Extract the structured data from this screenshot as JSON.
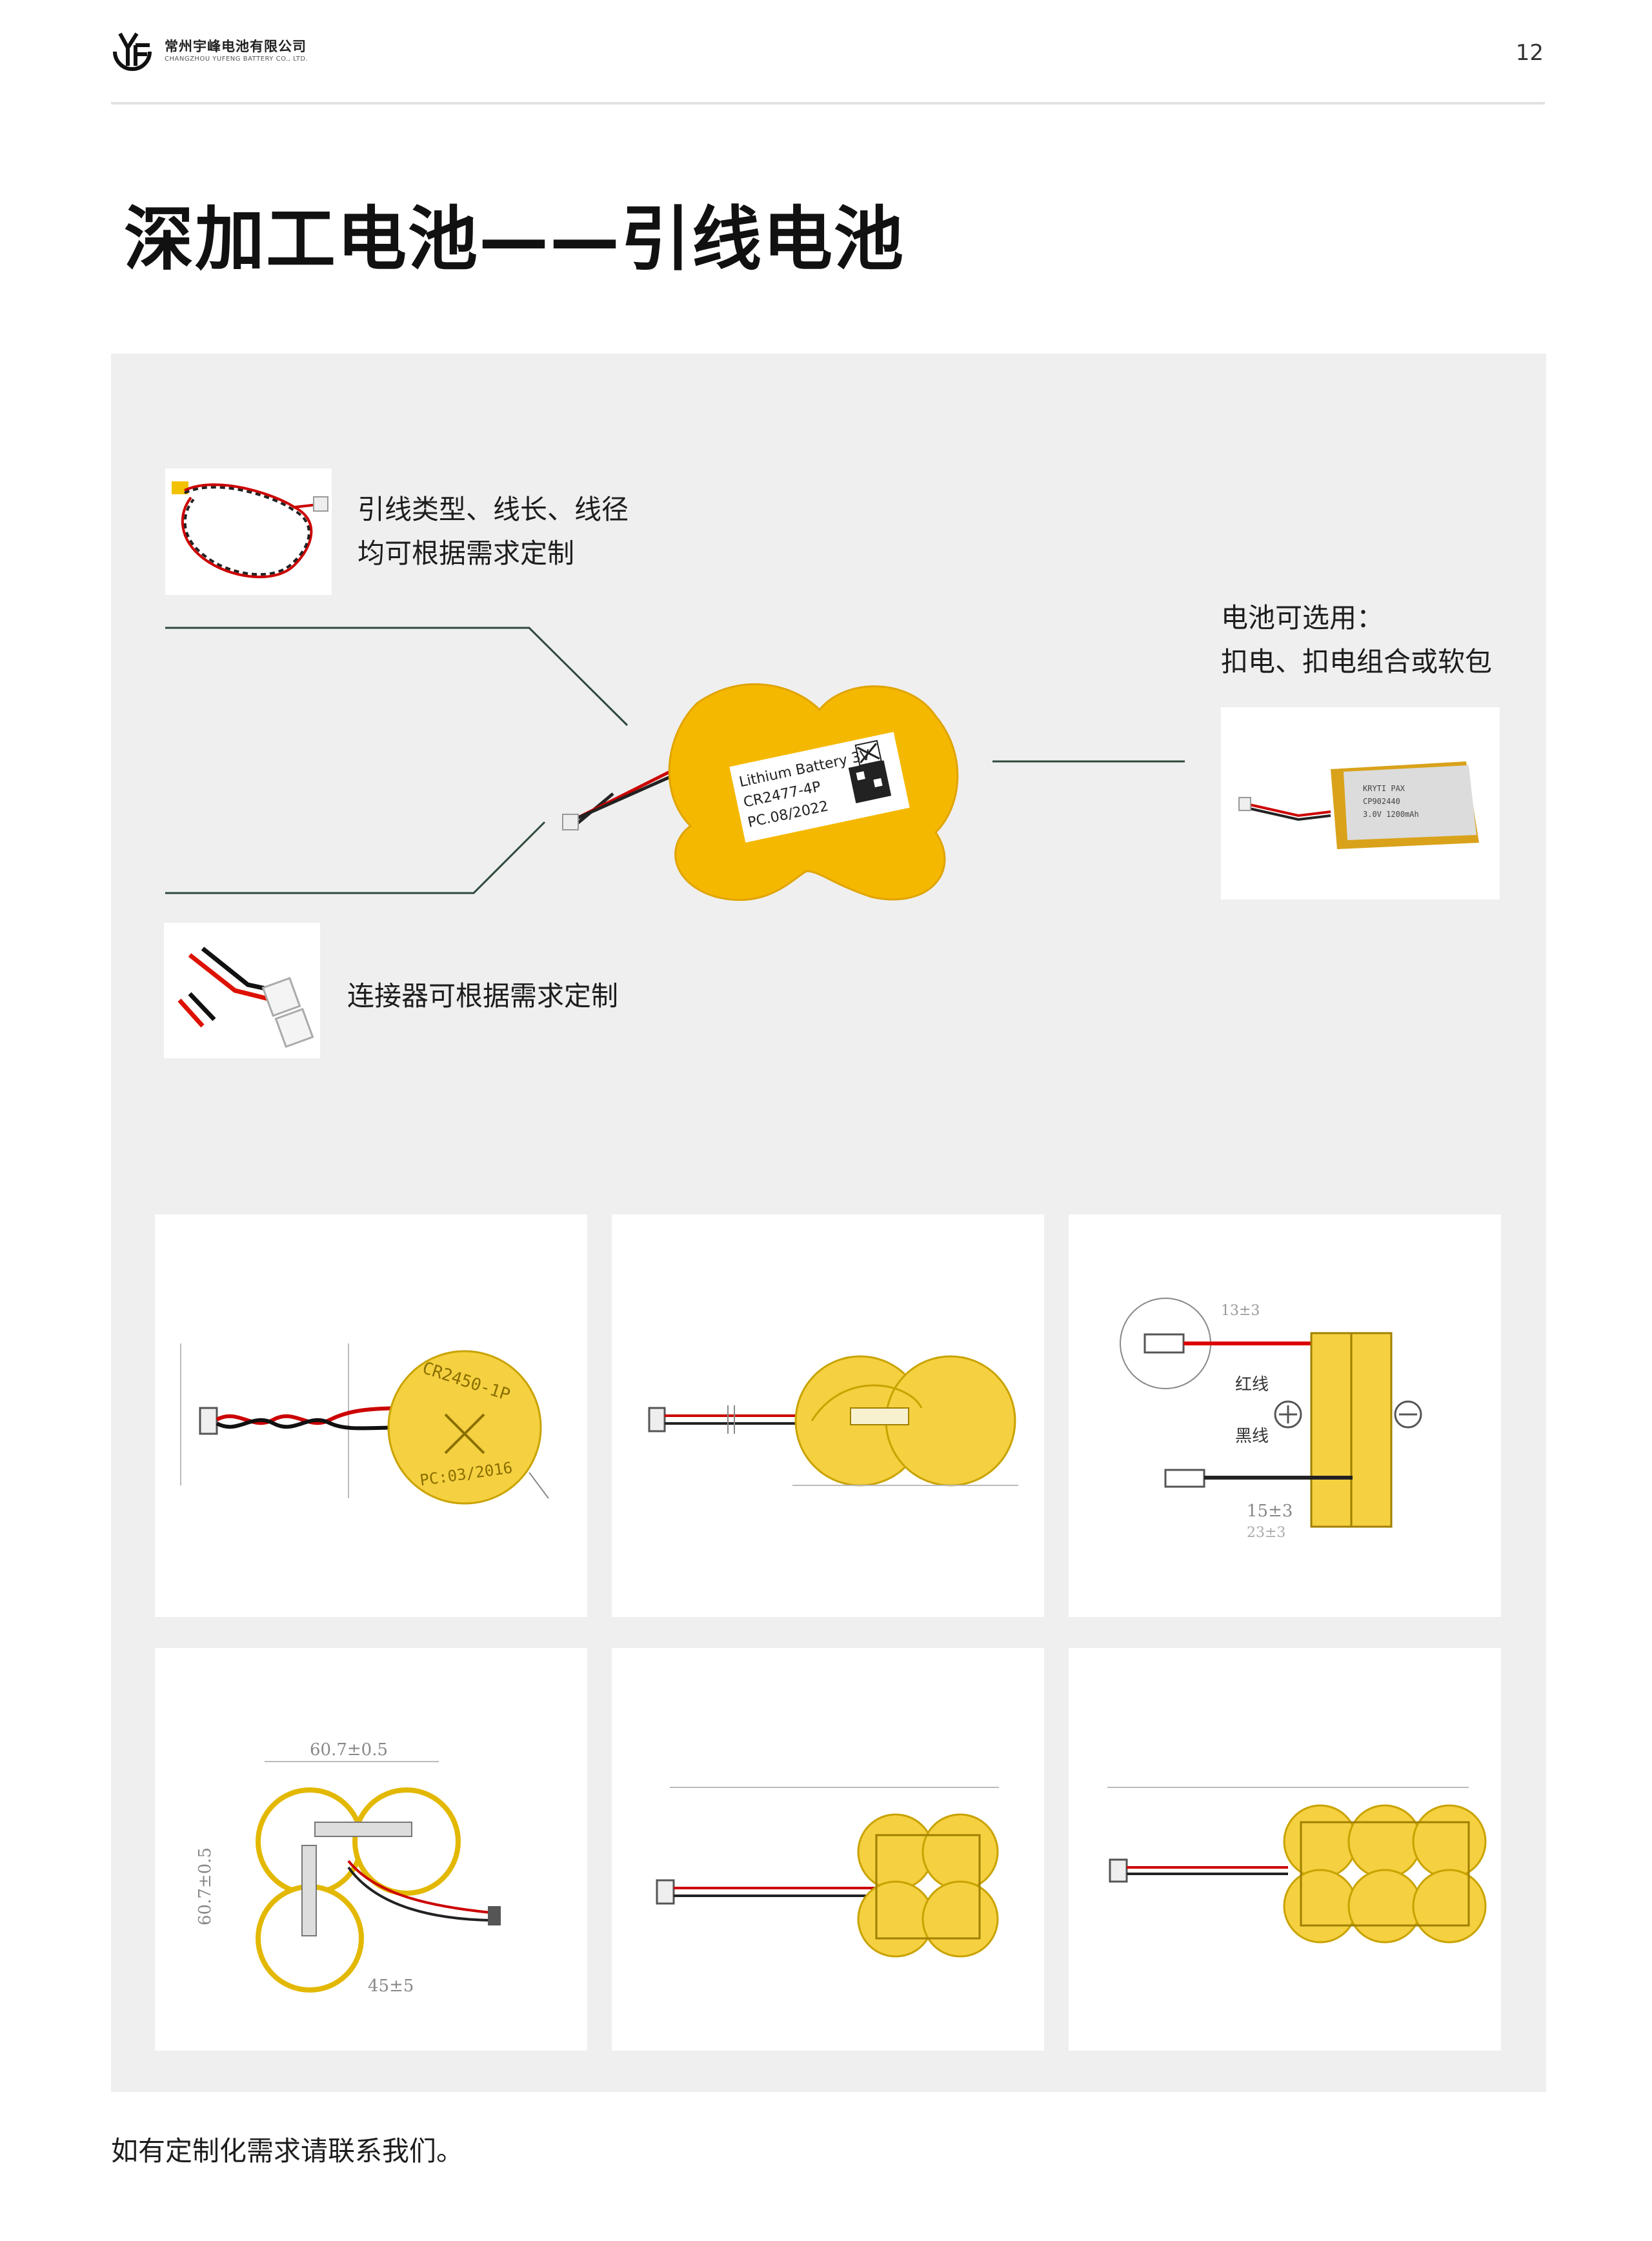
{
  "header": {
    "company_cn": "常州宇峰电池有限公司",
    "company_en": "CHANGZHOU YUFENG BATTERY CO., LTD.",
    "page_number": "12"
  },
  "title": "深加工电池——引线电池",
  "callouts": {
    "lead_wire": {
      "line1": "引线类型、线长、线径",
      "line2": "均可根据需求定制"
    },
    "connector": {
      "line1": "连接器可根据需求定制"
    },
    "battery_options": {
      "line1": "电池可选用：",
      "line2": "扣电、扣电组合或软包"
    }
  },
  "product_label": {
    "line1": "Lithium Battery 3V",
    "line2": "CR2477-4P",
    "line3": "PC.08/2022"
  },
  "pouch_label": {
    "line1": "KRYTI PAX",
    "line2": "CP902440",
    "line3": "3.0V 1200mAh"
  },
  "drawings": {
    "d1": {
      "coin_text": "CR2450-1P",
      "date_text": "PC:03/2016"
    },
    "d3": {
      "red_label": "红线",
      "black_label": "黑线",
      "dim_top": "13±3",
      "dim_bottom": "15±3",
      "dim_bottom2": "23±3"
    },
    "d4": {
      "dim_top": "60.7±0.5",
      "dim_side": "60.7±0.5",
      "dim_bottom": "45±5"
    }
  },
  "footer": {
    "text": "如有定制化需求请联系我们。"
  },
  "colors": {
    "panel": "#efefef",
    "battery": "#f5b800",
    "rule": "#e2e2e2",
    "line": "#2f4a3d"
  }
}
